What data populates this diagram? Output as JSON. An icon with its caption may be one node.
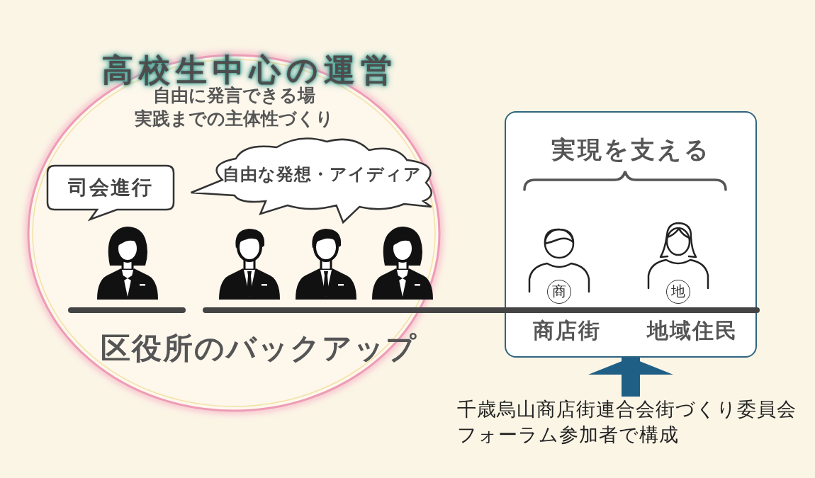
{
  "diagram": {
    "nodes": [
      {
        "text": [
          "高校生中心の運営",
          "自由に発言できる場実践までの主体性づくり",
          "区役所のバックアップ"
        ]
      },
      {
        "text": [
          "司会進行"
        ],
        "in": 0
      },
      {
        "text": [
          "自由な発想・アイディア"
        ],
        "in": 0
      },
      {
        "text": [
          "実現を支える"
        ]
      },
      {
        "text": [
          "商"
        ],
        "beside": [
          "商店街"
        ],
        "in": 3
      },
      {
        "text": [
          "地"
        ],
        "beside": [
          "地域住民"
        ],
        "in": 3
      },
      {
        "text": [
          "千歳烏山商店街連合会街づくり委員会フォーラム参加者で構成"
        ]
      }
    ],
    "edges": [
      {
        "from": 6,
        "to": 3,
        "arrow": "to"
      }
    ]
  }
}
